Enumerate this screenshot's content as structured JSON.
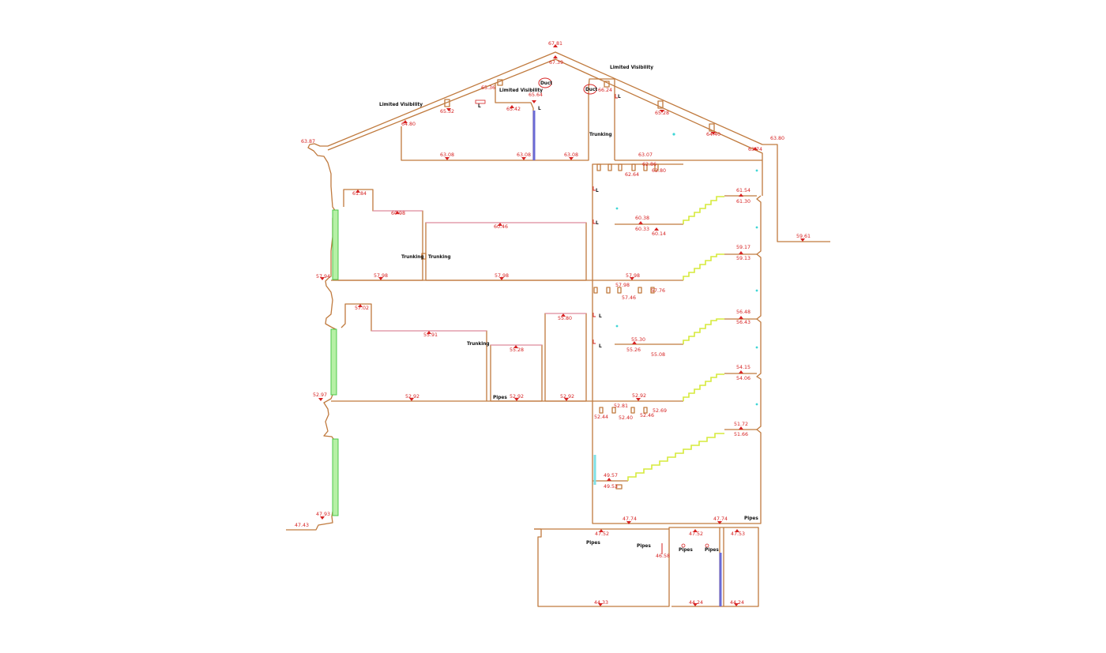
{
  "levels": [
    {
      "id": "l-6781",
      "text": "67.81"
    },
    {
      "id": "l-6739",
      "text": "67.39"
    },
    {
      "id": "l-6536",
      "text": "65.36"
    },
    {
      "id": "l-6564",
      "text": "65.64"
    },
    {
      "id": "l-6624",
      "text": "66.24"
    },
    {
      "id": "l-6542",
      "text": "65.42"
    },
    {
      "id": "l-6532",
      "text": "65.32"
    },
    {
      "id": "l-6528",
      "text": "65.28"
    },
    {
      "id": "l-6480",
      "text": "64.80"
    },
    {
      "id": "l-6440",
      "text": "64.40"
    },
    {
      "id": "l-6387",
      "text": "63.87"
    },
    {
      "id": "l-6374",
      "text": "63.74"
    },
    {
      "id": "l-6380",
      "text": "63.80"
    },
    {
      "id": "l-6308a",
      "text": "63.08"
    },
    {
      "id": "l-6308b",
      "text": "63.08"
    },
    {
      "id": "l-6308c",
      "text": "63.08"
    },
    {
      "id": "l-6307",
      "text": "63.07"
    },
    {
      "id": "l-6286",
      "text": "62.86"
    },
    {
      "id": "l-6264",
      "text": "62.64"
    },
    {
      "id": "l-6280",
      "text": "62.80"
    },
    {
      "id": "l-6184",
      "text": "61.84"
    },
    {
      "id": "l-6154",
      "text": "61.54"
    },
    {
      "id": "l-6130",
      "text": "61.30"
    },
    {
      "id": "l-6098",
      "text": "60.98"
    },
    {
      "id": "l-6046",
      "text": "60.46"
    },
    {
      "id": "l-6038",
      "text": "60.38"
    },
    {
      "id": "l-6033",
      "text": "60.33"
    },
    {
      "id": "l-6014",
      "text": "60.14"
    },
    {
      "id": "l-5961",
      "text": "59.61"
    },
    {
      "id": "l-5917",
      "text": "59.17"
    },
    {
      "id": "l-5913",
      "text": "59.13"
    },
    {
      "id": "l-5798a",
      "text": "57.98"
    },
    {
      "id": "l-5798b",
      "text": "57.98"
    },
    {
      "id": "l-5798c",
      "text": "57.98"
    },
    {
      "id": "l-5794",
      "text": "57.94"
    },
    {
      "id": "l-5798d",
      "text": "57.98"
    },
    {
      "id": "l-5746",
      "text": "57.46"
    },
    {
      "id": "l-5776",
      "text": "57.76"
    },
    {
      "id": "l-5702",
      "text": "57.02"
    },
    {
      "id": "l-5648",
      "text": "56.48"
    },
    {
      "id": "l-5643",
      "text": "56.43"
    },
    {
      "id": "l-5591",
      "text": "55.91"
    },
    {
      "id": "l-5580",
      "text": "55.80"
    },
    {
      "id": "l-5530",
      "text": "55.30"
    },
    {
      "id": "l-5526",
      "text": "55.26"
    },
    {
      "id": "l-5528",
      "text": "55.28"
    },
    {
      "id": "l-5508",
      "text": "55.08"
    },
    {
      "id": "l-5415",
      "text": "54.15"
    },
    {
      "id": "l-5406",
      "text": "54.06"
    },
    {
      "id": "l-5297",
      "text": "52.97"
    },
    {
      "id": "l-5292a",
      "text": "52.92"
    },
    {
      "id": "l-5292b",
      "text": "52.92"
    },
    {
      "id": "l-5292c",
      "text": "52.92"
    },
    {
      "id": "l-5292d",
      "text": "52.92"
    },
    {
      "id": "l-5281",
      "text": "52.81"
    },
    {
      "id": "l-5244",
      "text": "52.44"
    },
    {
      "id": "l-5240",
      "text": "52.40"
    },
    {
      "id": "l-5246",
      "text": "52.46"
    },
    {
      "id": "l-5269",
      "text": "52.69"
    },
    {
      "id": "l-5172",
      "text": "51.72"
    },
    {
      "id": "l-5166",
      "text": "51.66"
    },
    {
      "id": "l-4957",
      "text": "49.57"
    },
    {
      "id": "l-4953",
      "text": "49.53"
    },
    {
      "id": "l-4793",
      "text": "47.93"
    },
    {
      "id": "l-4743",
      "text": "47.43"
    },
    {
      "id": "l-4774a",
      "text": "47.74"
    },
    {
      "id": "l-4774b",
      "text": "47.74"
    },
    {
      "id": "l-4752a",
      "text": "47.52"
    },
    {
      "id": "l-4752b",
      "text": "47.52"
    },
    {
      "id": "l-4753",
      "text": "47.53"
    },
    {
      "id": "l-4658",
      "text": "46.58"
    },
    {
      "id": "l-4433",
      "text": "44.33"
    },
    {
      "id": "l-4424a",
      "text": "44.24"
    },
    {
      "id": "l-4424b",
      "text": "44.24"
    }
  ],
  "notes": [
    {
      "id": "n-lv1",
      "text": "Limited Visibility"
    },
    {
      "id": "n-lv2",
      "text": "Limited Visibility"
    },
    {
      "id": "n-lv3",
      "text": "Limited Visibility"
    },
    {
      "id": "n-duct1",
      "text": "Duct"
    },
    {
      "id": "n-duct2",
      "text": "Duct"
    },
    {
      "id": "n-trunk1",
      "text": "Trunking"
    },
    {
      "id": "n-trunk2",
      "text": "Trunking"
    },
    {
      "id": "n-trunk3",
      "text": "Trunking"
    },
    {
      "id": "n-trunk4",
      "text": "Trunking"
    },
    {
      "id": "n-pipes1",
      "text": "Pipes"
    },
    {
      "id": "n-pipes2",
      "text": "Pipes"
    },
    {
      "id": "n-pipes3",
      "text": "Pipes"
    },
    {
      "id": "n-pipes4",
      "text": "Pipes"
    },
    {
      "id": "n-pipes5",
      "text": "Pipes"
    },
    {
      "id": "n-pipes6",
      "text": "Pipes"
    },
    {
      "id": "n-l1",
      "text": "L"
    },
    {
      "id": "n-l2",
      "text": "L"
    },
    {
      "id": "n-l3",
      "text": "L"
    },
    {
      "id": "n-l4",
      "text": "L"
    },
    {
      "id": "n-l5",
      "text": "L"
    },
    {
      "id": "n-l6",
      "text": "L"
    },
    {
      "id": "n-l7",
      "text": "L"
    },
    {
      "id": "n-l8",
      "text": "L"
    }
  ],
  "colors": {
    "wall": "#c07a3e",
    "level_marker": "#d62222",
    "pink_ceiling": "#e58fb4",
    "window_green": "#4cc94a",
    "pipe_blue": "#6a6ad6",
    "stair_yellow": "#d6ea3c"
  }
}
